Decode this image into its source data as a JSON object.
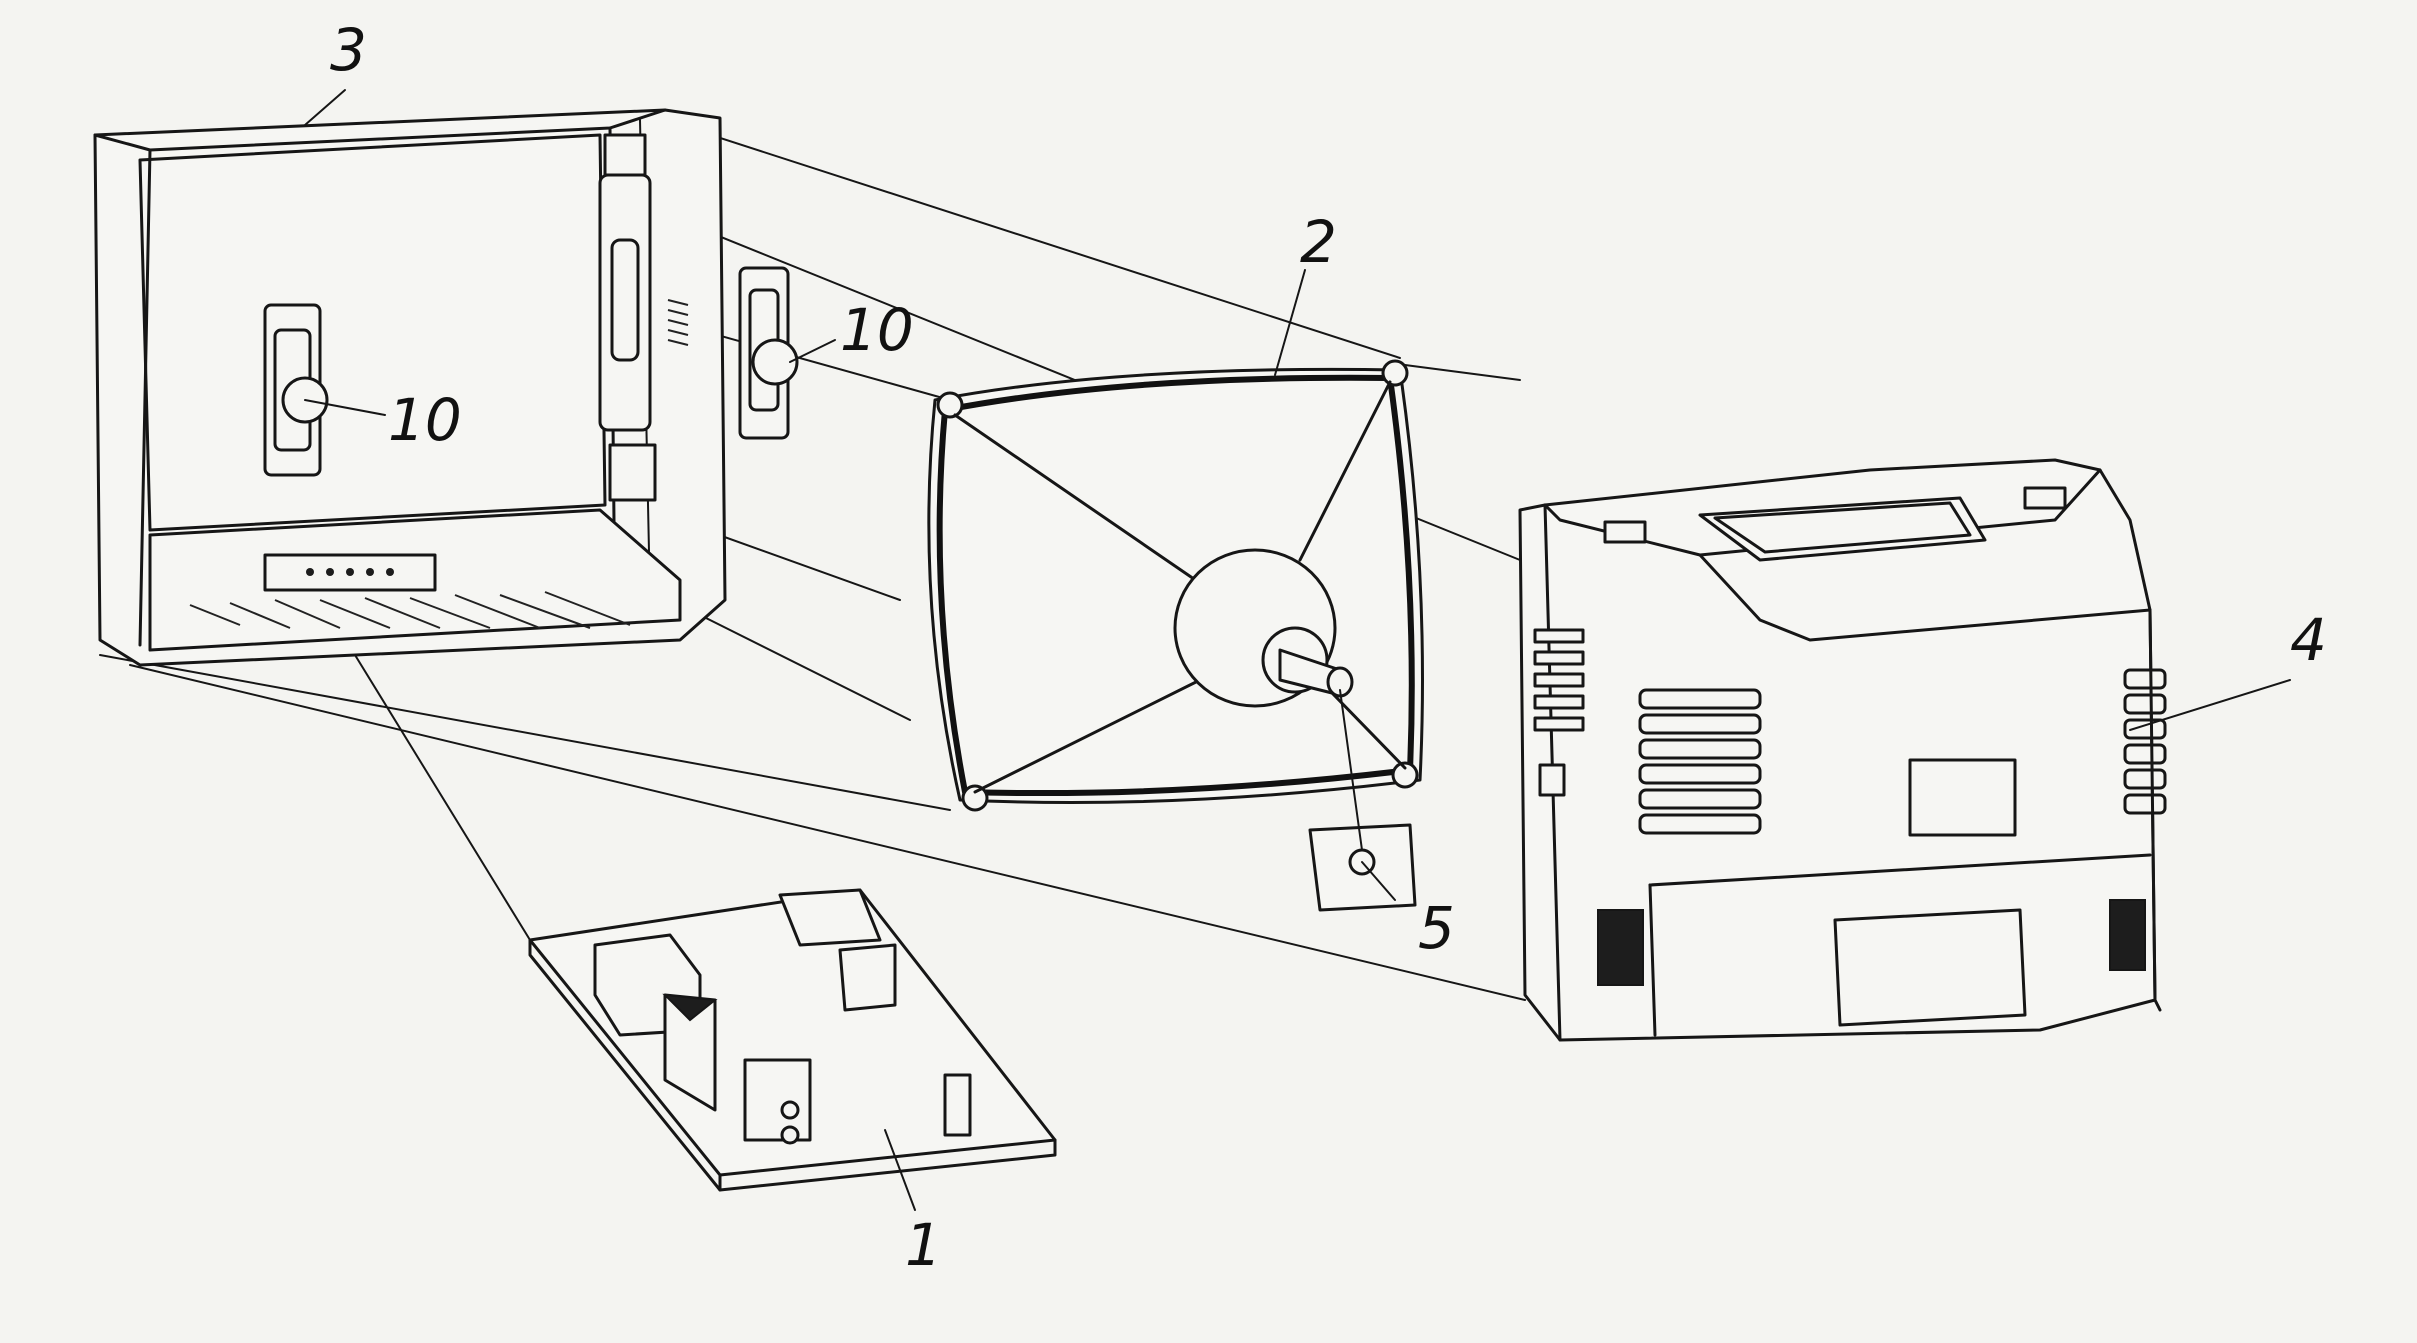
{
  "labels": {
    "pcb": "1",
    "picture_tube": "2",
    "front_cabinet": "3",
    "rear_cover": "4",
    "tube_socket": "5",
    "speaker_left": "10",
    "speaker_right": "10"
  },
  "colors": {
    "paper": "#f4f4f1",
    "ink": "#161616"
  }
}
